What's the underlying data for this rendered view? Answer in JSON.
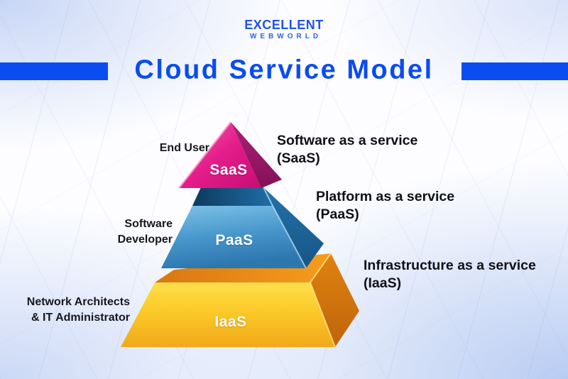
{
  "logo": {
    "primary": "EXCELLENT",
    "secondary": "WEBWORLD"
  },
  "title": "Cloud Service Model",
  "colors": {
    "title_blue": "#0a4cf0",
    "logo_blue": "#2254e6",
    "text_dark": "#15151f",
    "background_tint": "#dbe4f8",
    "saas_front": "#e41d8a",
    "saas_side": "#99186b",
    "paas_front": "#4796cb",
    "paas_top": "#12436a",
    "paas_side": "#1d639c",
    "iaas_front": "#fbc928",
    "iaas_top": "#e8881c",
    "iaas_side": "#cf6f12"
  },
  "diagram": {
    "tiers": [
      {
        "abbr": "SaaS",
        "audience": {
          "line1": "End User"
        },
        "service": {
          "line1": "Software as a service",
          "line2": "(SaaS)"
        }
      },
      {
        "abbr": "PaaS",
        "audience": {
          "line1": "Software",
          "line2": "Developer"
        },
        "service": {
          "line1": "Platform as a service",
          "line2": "(PaaS)"
        }
      },
      {
        "abbr": "IaaS",
        "audience": {
          "line1": "Network Architects",
          "line2": "& IT Administrator"
        },
        "service": {
          "line1": "Infrastructure as a service",
          "line2": "(IaaS)"
        }
      }
    ]
  }
}
